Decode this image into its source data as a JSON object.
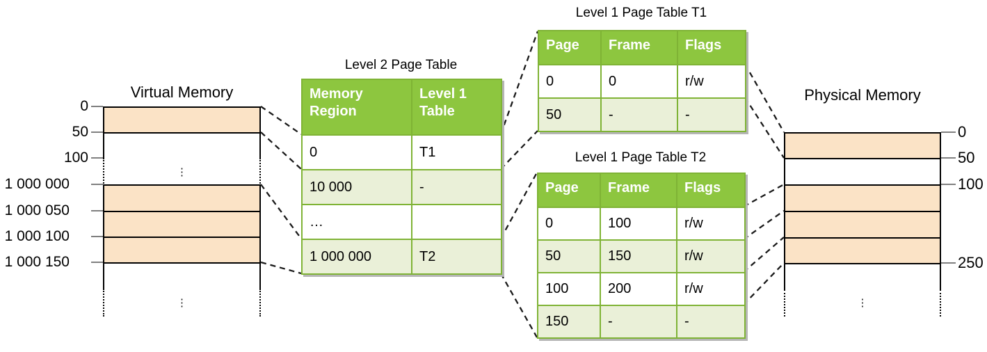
{
  "colors": {
    "header_green": "#8dc63f",
    "table_border_green": "#7fb335",
    "row_light_green": "#eaf0d8",
    "cell_orange": "#fbe3c6",
    "memory_border": "#000000",
    "tick_gray": "#7f7f7f",
    "connector_black": "#1a1a1a"
  },
  "virtual_memory": {
    "title": "Virtual Memory",
    "address_labels": [
      "0",
      "50",
      "100",
      "1 000 000",
      "1 000 050",
      "1 000 100",
      "1 000 150"
    ],
    "ellipsis": "⋮"
  },
  "level2_table": {
    "title": "Level 2 Page Table",
    "headers": [
      "Memory Region",
      "Level 1 Table"
    ],
    "rows": [
      [
        "0",
        "T1"
      ],
      [
        "10 000",
        "-"
      ],
      [
        "…",
        ""
      ],
      [
        "1 000 000",
        "T2"
      ]
    ]
  },
  "t1_table": {
    "title": "Level 1 Page Table T1",
    "headers": [
      "Page",
      "Frame",
      "Flags"
    ],
    "rows": [
      [
        "0",
        "0",
        "r/w"
      ],
      [
        "50",
        "-",
        "-"
      ]
    ]
  },
  "t2_table": {
    "title": "Level 1 Page Table T2",
    "headers": [
      "Page",
      "Frame",
      "Flags"
    ],
    "rows": [
      [
        "0",
        "100",
        "r/w"
      ],
      [
        "50",
        "150",
        "r/w"
      ],
      [
        "100",
        "200",
        "r/w"
      ],
      [
        "150",
        "-",
        "-"
      ]
    ]
  },
  "physical_memory": {
    "title": "Physical Memory",
    "address_labels": [
      "0",
      "50",
      "100",
      "250"
    ],
    "ellipsis": "⋮"
  }
}
